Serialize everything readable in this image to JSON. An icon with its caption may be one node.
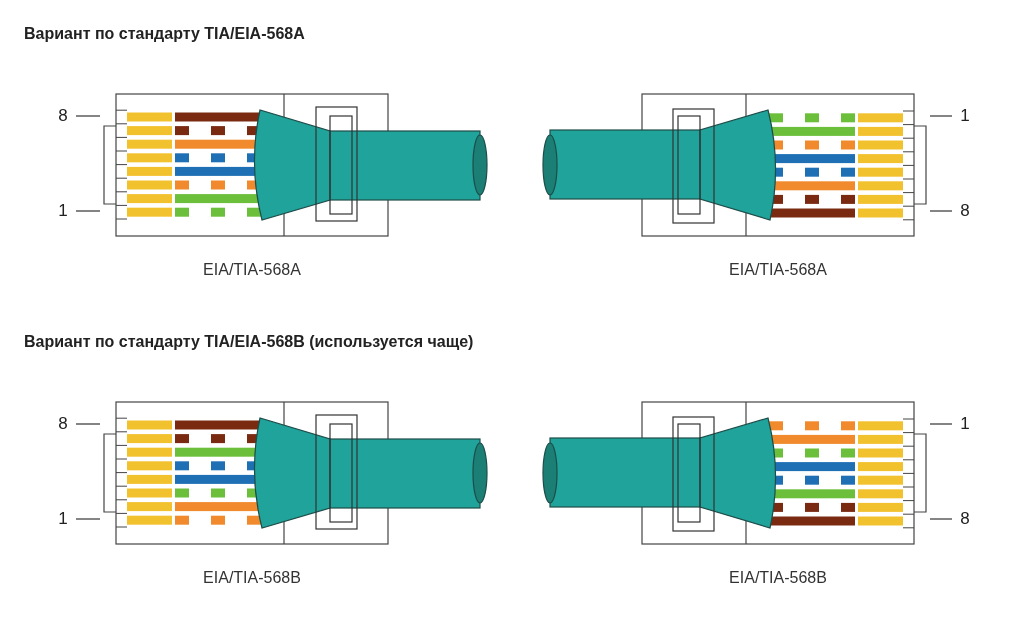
{
  "diagram": {
    "nodes": [
      {
        "text": [
          "EIA/TIA-568A"
        ]
      },
      {
        "text": [
          "8"
        ]
      },
      {
        "text": [
          "1"
        ]
      },
      {
        "text": [
          "EIA/TIA-568A"
        ]
      },
      {
        "text": [
          "1"
        ]
      },
      {
        "text": [
          "8"
        ]
      },
      {
        "text": [
          "EIA/TIA-568B"
        ]
      },
      {
        "text": [
          "8"
        ]
      },
      {
        "text": [
          "1"
        ]
      },
      {
        "text": [
          "EIA/TIA-568B"
        ]
      },
      {
        "text": [
          "1"
        ]
      },
      {
        "text": [
          "8"
        ]
      }
    ],
    "edges": [
      {
        "from": 1,
        "to": 0,
        "arrow": "none"
      },
      {
        "from": 2,
        "to": 0,
        "arrow": "none"
      },
      {
        "from": 4,
        "to": 3,
        "arrow": "none"
      },
      {
        "from": 5,
        "to": 3,
        "arrow": "none"
      },
      {
        "from": 7,
        "to": 6,
        "arrow": "none"
      },
      {
        "from": 8,
        "to": 6,
        "arrow": "none"
      },
      {
        "from": 10,
        "to": 9,
        "arrow": "none"
      },
      {
        "from": 11,
        "to": 9,
        "arrow": "none"
      }
    ],
    "labels": [
      "Вариант по стандарту TIA/EIA-568A",
      "Вариант по стандарту TIA/EIA-568B (используется чаще)"
    ]
  }
}
